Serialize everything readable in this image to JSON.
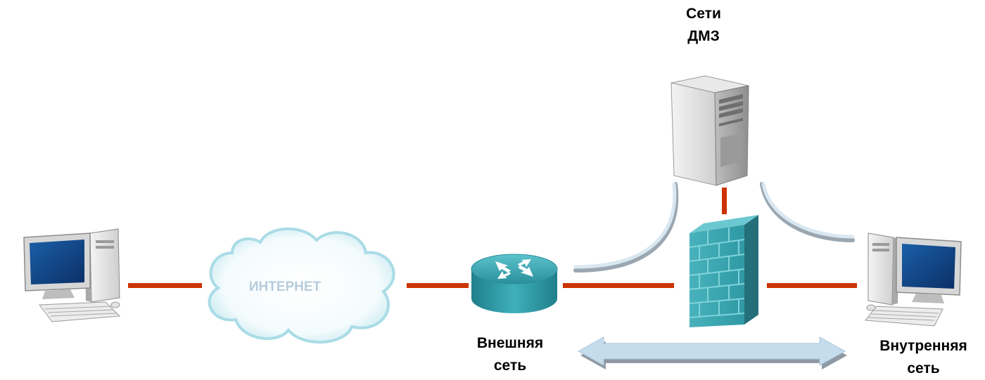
{
  "diagram": {
    "labels": {
      "dmz_line1": "Сети",
      "dmz_line2": "ДМЗ",
      "internet": "ИНТЕРНЕТ",
      "external_line1": "Внешняя",
      "external_line2": "сеть",
      "internal_line1": "Внутренняя",
      "internal_line2": "сеть"
    },
    "colors": {
      "link": "#cc3300",
      "firewall": "#3aa3ad",
      "router": "#2f9aa6",
      "cloud_edge": "#a9dce6",
      "arrow": "#b7d3e6",
      "arc": "#c6dbea"
    },
    "icons": [
      "pc-icon",
      "cloud-icon",
      "router-icon",
      "firewall-icon",
      "server-icon"
    ]
  }
}
